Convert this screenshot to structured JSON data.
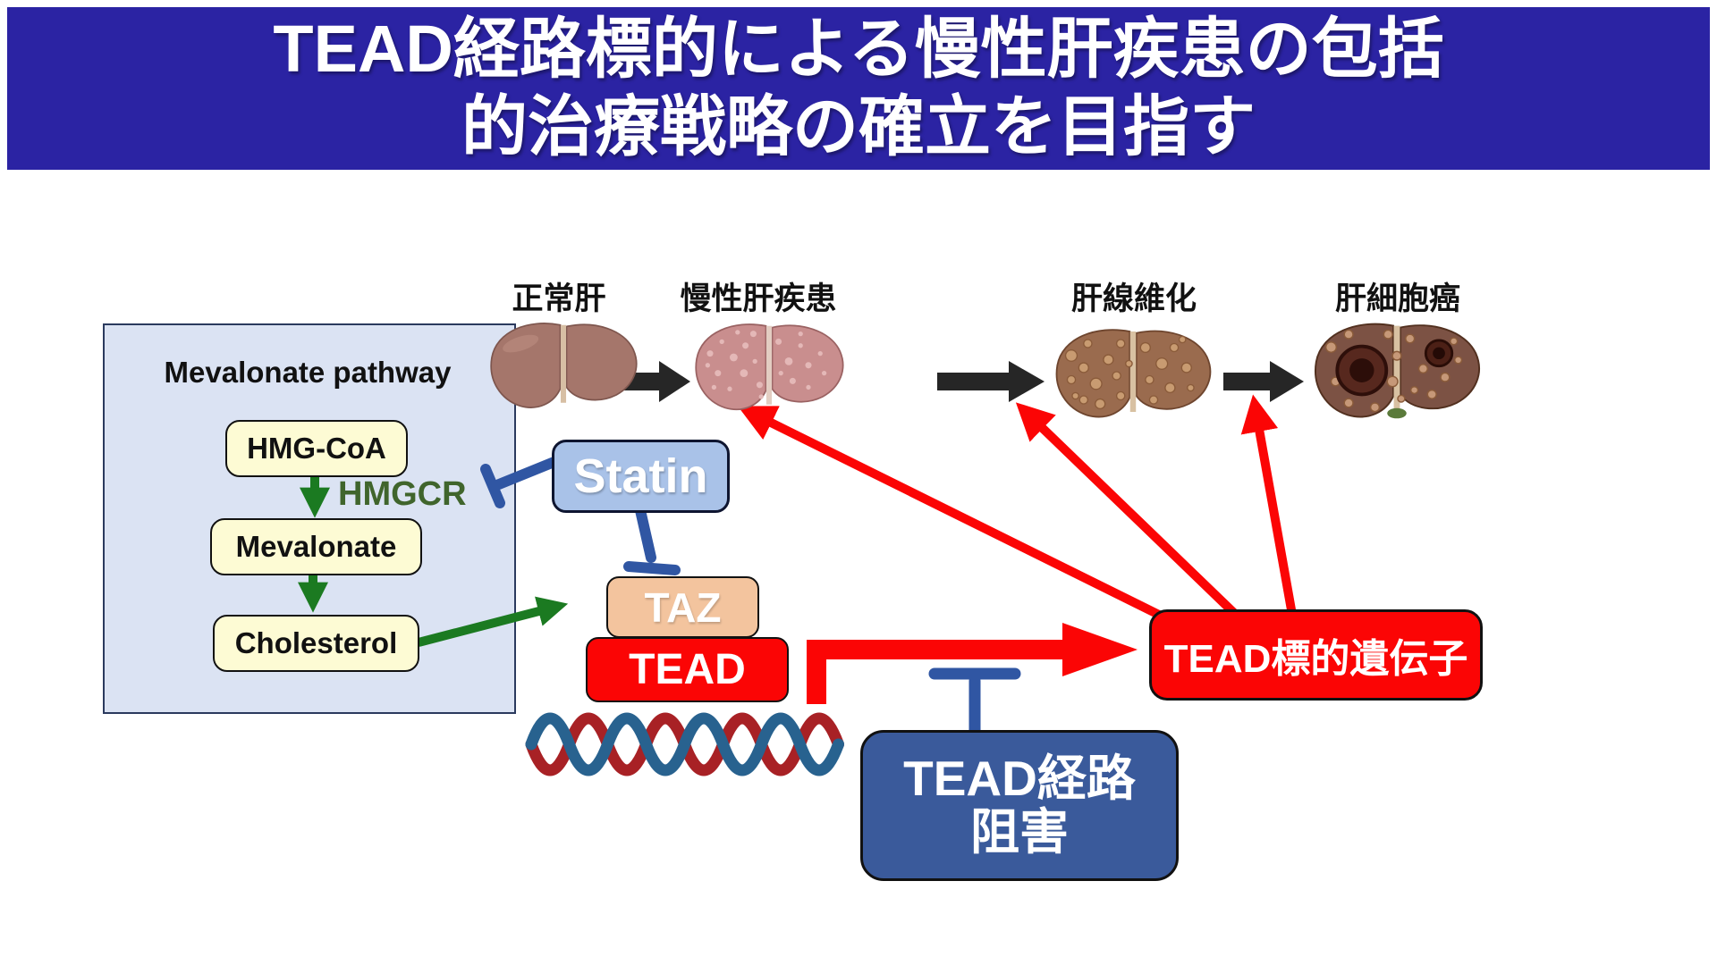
{
  "header": {
    "title_line1": "TEAD経路標的による慢性肝疾患の包括",
    "title_line2": "的治療戦略の確立を目指す"
  },
  "progression": {
    "stage_labels": [
      "正常肝",
      "慢性肝疾患",
      "肝線維化",
      "肝細胞癌"
    ]
  },
  "mevalonate_panel": {
    "title": "Mevalonate pathway",
    "node1": "HMG-CoA",
    "node2": "Mevalonate",
    "node3": "Cholesterol",
    "enzyme_label": "HMGCR"
  },
  "statin": {
    "label": "Statin"
  },
  "taz": {
    "label": "TAZ"
  },
  "tead": {
    "label": "TEAD"
  },
  "tead_target": {
    "label": "TEAD標的遺伝子"
  },
  "tead_inhibition": {
    "line1": "TEAD経路",
    "line2": "阻害"
  },
  "icons": {
    "liver_stage_1": "normal-liver-illustration",
    "liver_stage_2": "chronic-liver-disease-illustration",
    "liver_stage_3": "fibrotic-liver-illustration",
    "liver_stage_4": "hcc-liver-illustration",
    "dna": "dna-double-helix-illustration"
  },
  "colors": {
    "header_bg": "#2B23A3",
    "panel_bg": "#DBE3F3",
    "node_bg": "#FDFBD4",
    "statin_bg": "#A9C2E8",
    "taz_bg": "#F3C49E",
    "tead_red": "#FB0505",
    "inhibitor_navy": "#3A5A9B",
    "green": "#1B7A21",
    "enzyme_green": "#40652C",
    "inhibit_blue": "#3056A3",
    "dna_red": "#A82125",
    "dna_blue": "#28628F",
    "arrow_black": "#262626"
  }
}
